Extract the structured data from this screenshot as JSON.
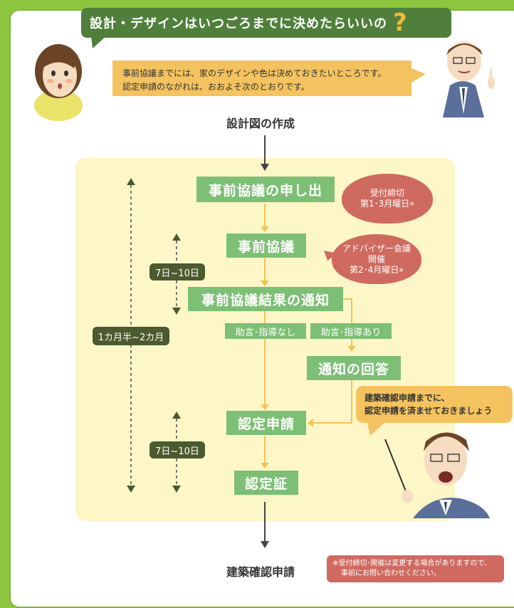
{
  "title": {
    "text": "設計・デザインはいつごろまでに決めたらいいの",
    "mark": "?"
  },
  "intro": {
    "line1": "事前協議までには、家のデザインや色は決めておきたいところです。",
    "line2": "認定申請のながれは、おおよそ次のとおりです。"
  },
  "flow": {
    "start": "設計図の作成",
    "step1": "事前協議の申し出",
    "step2": "事前協議",
    "step3": "事前協議結果の通知",
    "branch_no": "助言･指導なし",
    "branch_yes": "助言･指導あり",
    "reply": "通知の回答",
    "apply": "認定申請",
    "certificate": "認定証",
    "end": "建築確認申請"
  },
  "bubbles": {
    "deadline": {
      "line1": "受付締切",
      "line2": "第1･3月曜日",
      "mark": "※"
    },
    "meeting": {
      "line1": "アドバイザー会議",
      "line2": "開催",
      "line3": "第2･4月曜日",
      "mark": "※"
    }
  },
  "durations": {
    "total": "1カ月半~2カ月",
    "first": "7日~10日",
    "second": "7日~10日"
  },
  "advice": {
    "line1": "建築確認申請までに、",
    "line2": "認定申請を済ませておきましょう"
  },
  "footnote": {
    "line1": "※受付締切･開催は変更する場合がありますので、",
    "line2": "事前にお問い合わせください。"
  },
  "colors": {
    "frame_green": "#8cc63f",
    "banner_green": "#4f7f3a",
    "box_green": "#7dbf75",
    "bubble_red": "#cf6a60",
    "speech_yellow": "#f4c35f",
    "flow_bg": "#fdf6c7",
    "arrow_yellow": "#f3c454",
    "dark_arrow": "#444444",
    "duration_green": "#4b5a2f"
  }
}
